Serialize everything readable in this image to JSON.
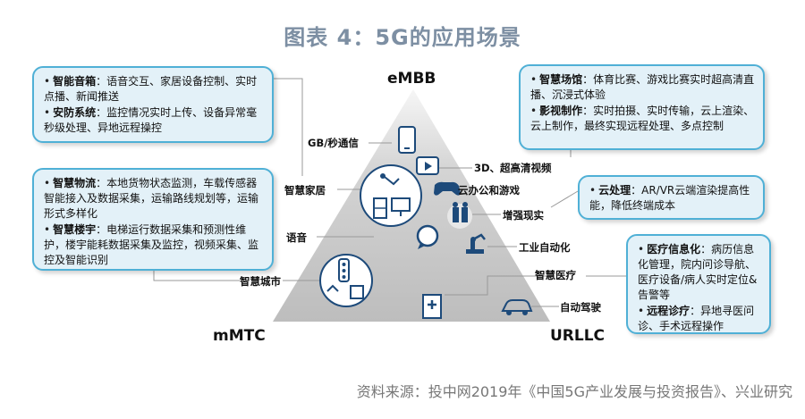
{
  "title": "图表 4：5G的应用场景",
  "vertices": {
    "top": "eMBB",
    "left": "mMTC",
    "right": "URLLC"
  },
  "boxes": {
    "top_left": [
      {
        "term": "智能音箱",
        "desc": "语音交互、家居设备控制、实时点播、新闻推送"
      },
      {
        "term": "安防系统",
        "desc": "监控情况实时上传、设备异常毫秒级处理、异地远程操控"
      }
    ],
    "mid_left": [
      {
        "term": "智慧物流",
        "desc": "本地货物状态监测，车载传感器智能接入及数据采集，运输路线规划等，运输形式多样化"
      },
      {
        "term": "智慧楼宇",
        "desc": "电梯运行数据采集和预测性维护，楼宇能耗数据采集及监控，视频采集、监控及智能识别"
      }
    ],
    "top_right": [
      {
        "term": "智慧场馆",
        "desc": "体育比赛、游戏比赛实时超高清直播、沉浸式体验"
      },
      {
        "term": "影视制作",
        "desc": "实时拍摄、实时传输，云上渲染、云上制作，最终实现远程处理、多点控制"
      }
    ],
    "mid_right": [
      {
        "term": "云处理",
        "desc": "AR/VR云端渲染提高性能，降低终端成本"
      }
    ],
    "bottom_right": [
      {
        "term": "医疗信息化",
        "desc": "病历信息化管理，院内问诊导航、医疗设备/病人实时定位&告警等"
      },
      {
        "term": "远程诊疗",
        "desc": "异地寻医问诊、手术远程操作"
      }
    ]
  },
  "labels": {
    "gb_comm": "GB/秒通信",
    "hd_video": "3D、超高清视频",
    "smart_home": "智慧家居",
    "cloud_office": "云办公和游戏",
    "ar": "增强现实",
    "voice": "语音",
    "industrial": "工业自动化",
    "smart_city": "智慧城市",
    "smart_medical": "智慧医疗",
    "auto_drive": "自动驾驶"
  },
  "source": "资料来源：投中网2019年《中国5G产业发展与投资报告》、兴业研究"
}
